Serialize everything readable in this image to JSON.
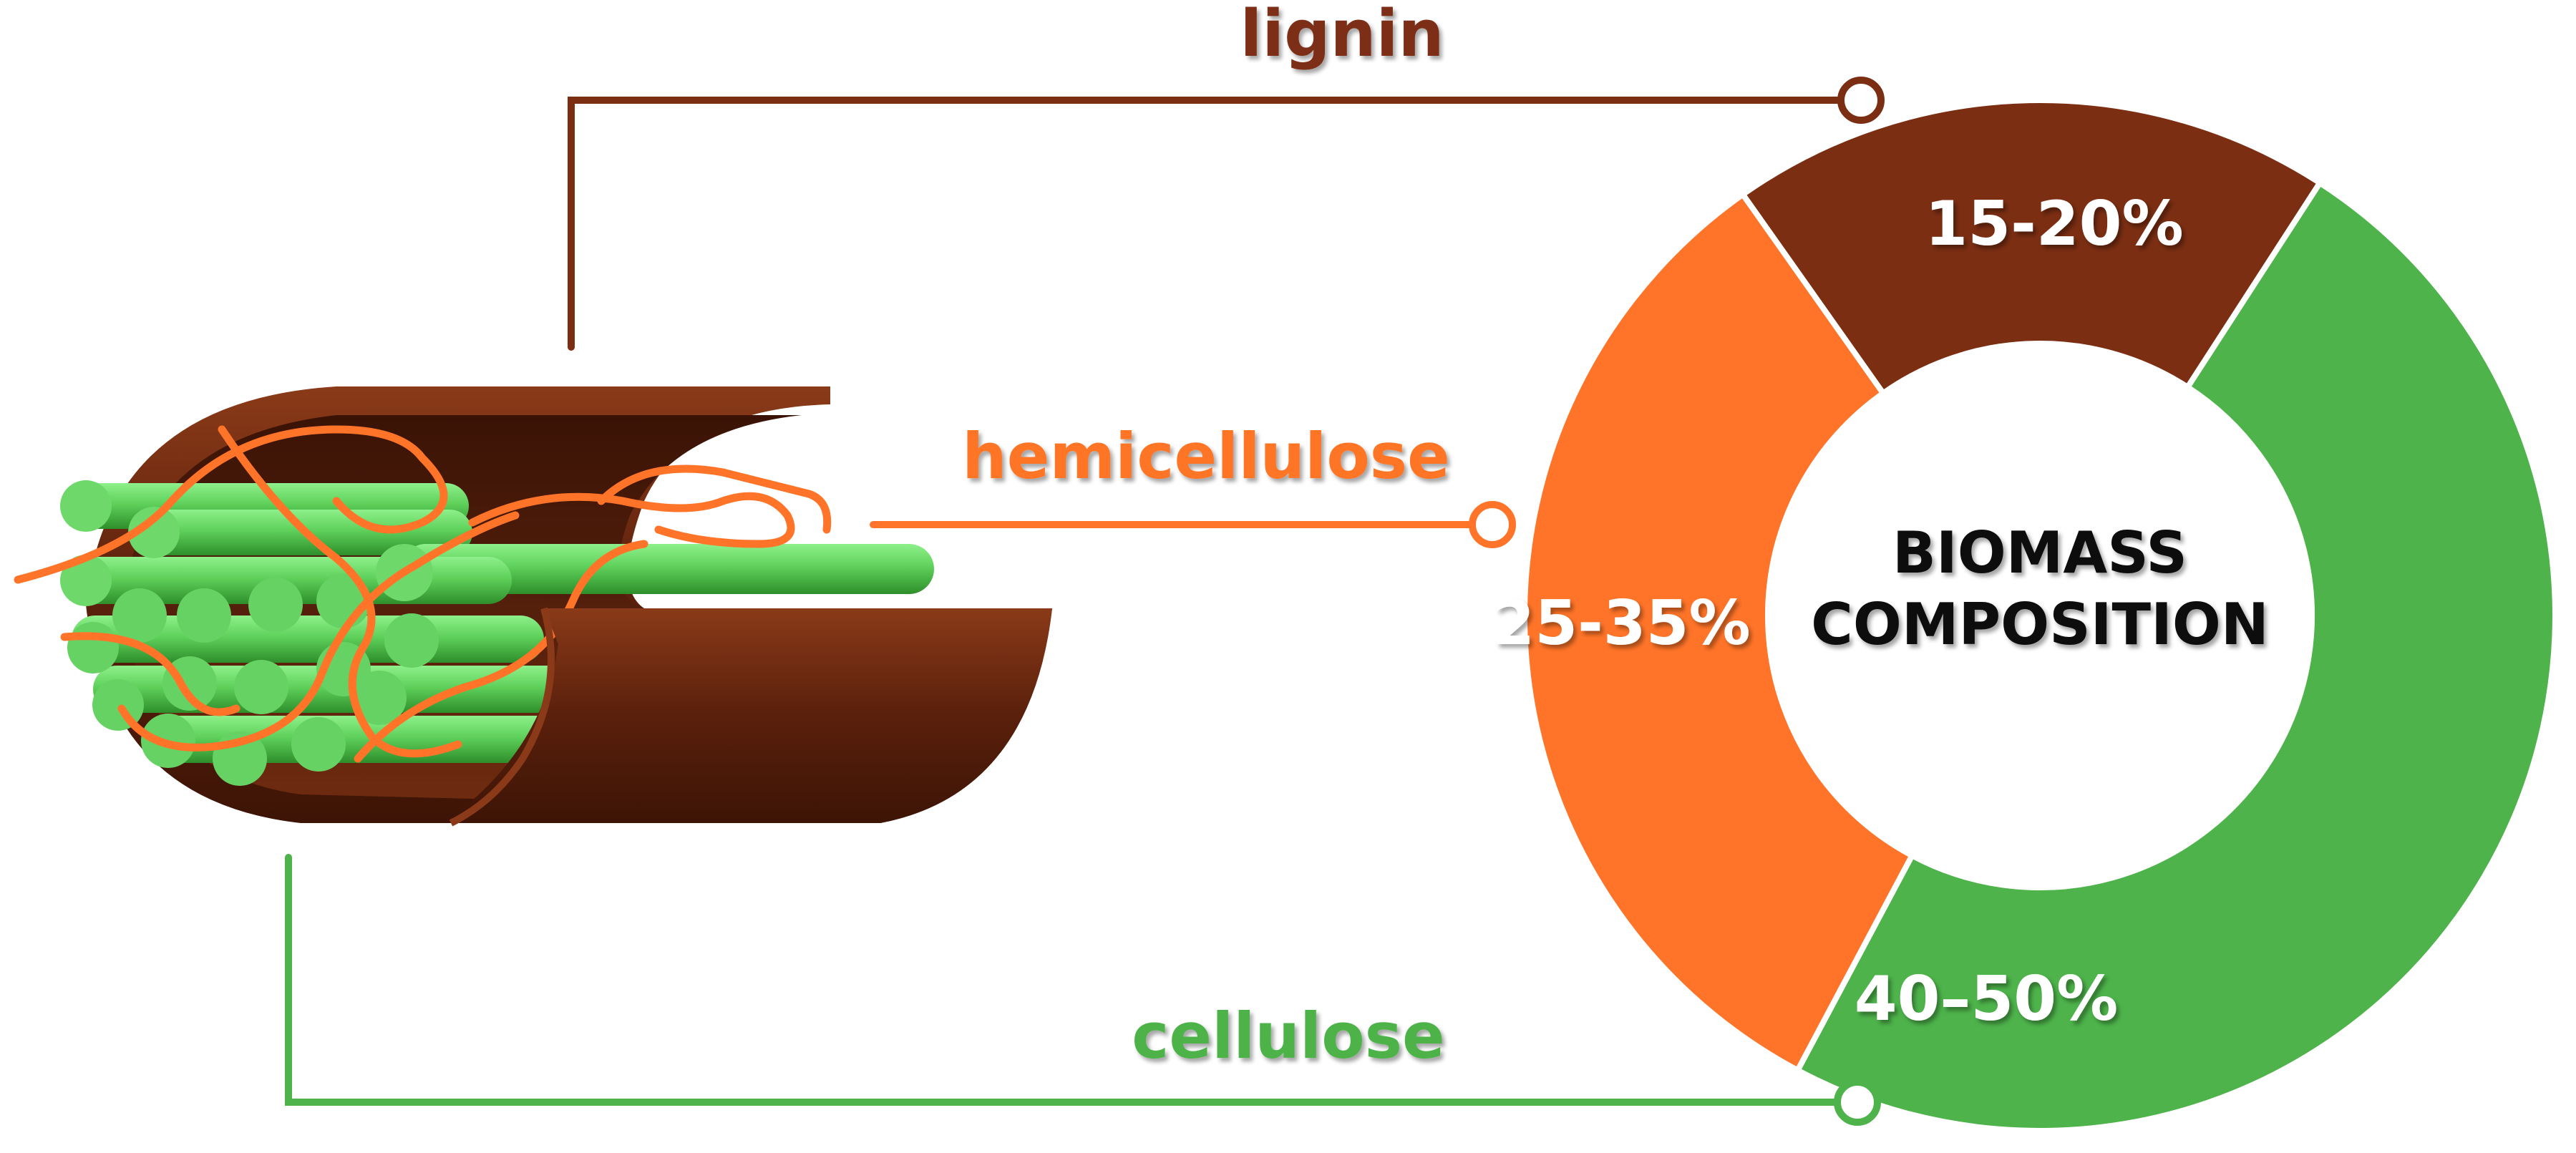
{
  "center_title": {
    "line1": "BIOMASS",
    "line2": "COMPOSITION"
  },
  "components": {
    "lignin": {
      "label": "lignin",
      "value": "15-20%",
      "color": "#7b2e12"
    },
    "hemicellulose": {
      "label": "hemicellulose",
      "value": "25-35%",
      "color": "#ff7428"
    },
    "cellulose": {
      "label": "cellulose",
      "value": "40–50%",
      "color": "#4db34a"
    }
  },
  "colors": {
    "lignin_dark": "#4a1a08",
    "cellulose_light": "#7de07a",
    "cellulose_dark": "#2f8f2c",
    "divider": "#ffffff"
  },
  "chart_data": {
    "type": "pie",
    "title": "BIOMASS COMPOSITION",
    "slices": [
      {
        "name": "lignin",
        "range": [
          15,
          20
        ]
      },
      {
        "name": "cellulose",
        "range": [
          40,
          50
        ]
      },
      {
        "name": "hemicellulose",
        "range": [
          25,
          35
        ]
      }
    ]
  }
}
